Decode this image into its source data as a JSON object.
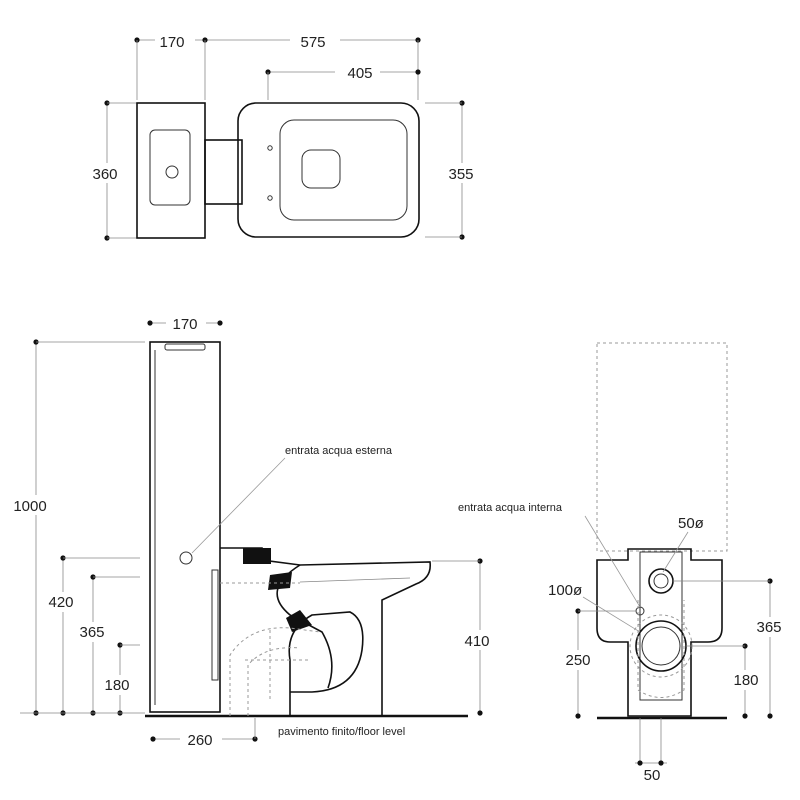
{
  "top_view": {
    "dim_tank_width": "170",
    "dim_total_length": "575",
    "dim_bowl_length": "405",
    "dim_tank_depth": "360",
    "dim_bowl_width": "355"
  },
  "side_view": {
    "dim_tank_width": "170",
    "dim_total_height": "1000",
    "dim_inlet_height": "420",
    "dim_outlet_height_365": "365",
    "dim_outlet_height_180": "180",
    "dim_bowl_height": "410",
    "dim_outlet_distance": "260",
    "label_external_inlet": "entrata acqua esterna",
    "label_floor": "pavimento finito/floor level"
  },
  "rear_view": {
    "label_internal_inlet": "entrata acqua interna",
    "dim_inlet_diameter": "50ø",
    "dim_outlet_diameter": "100ø",
    "dim_height_365": "365",
    "dim_height_250": "250",
    "dim_height_180": "180",
    "dim_offset_50": "50"
  }
}
